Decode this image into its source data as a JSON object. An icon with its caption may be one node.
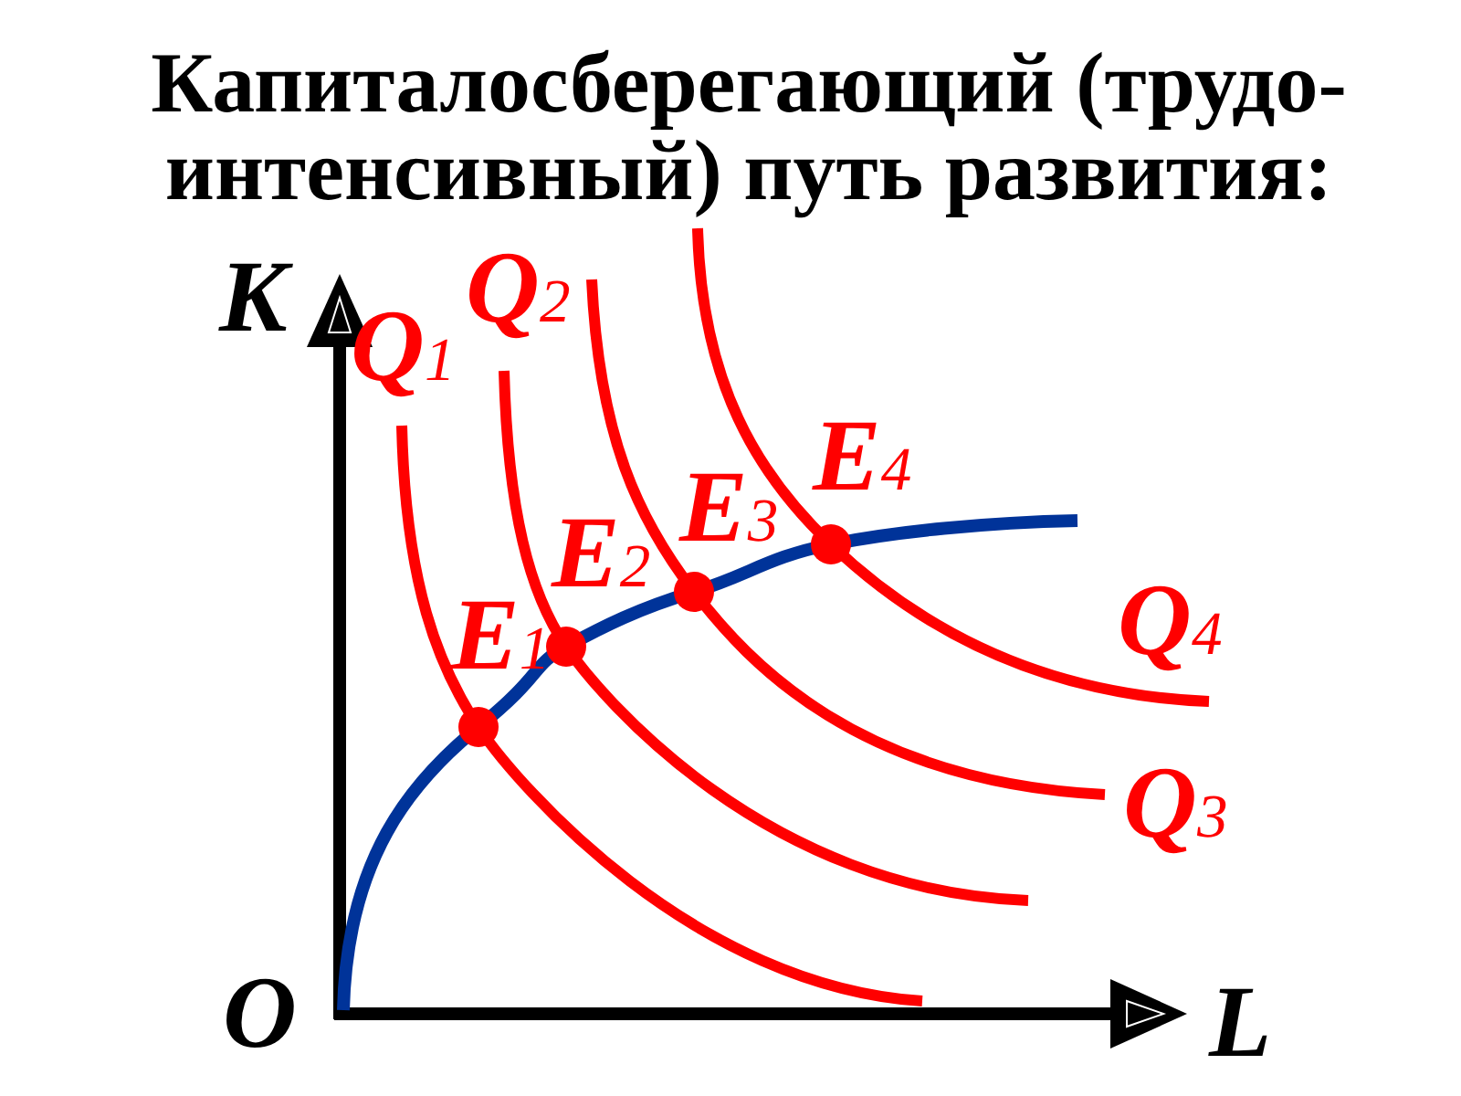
{
  "diagram": {
    "title": "Капиталосберегающий (трудо-интенсивный) путь развития:",
    "labels": [
      "K",
      "Q$_{1}$",
      "Q$_{2}$",
      "E$_{4}$",
      "E$_{3}$",
      "E$_{2}$",
      "Q$_{4}$",
      "E$_{1}$",
      "Q$_{3}$",
      "O",
      "L"
    ]
  }
}
